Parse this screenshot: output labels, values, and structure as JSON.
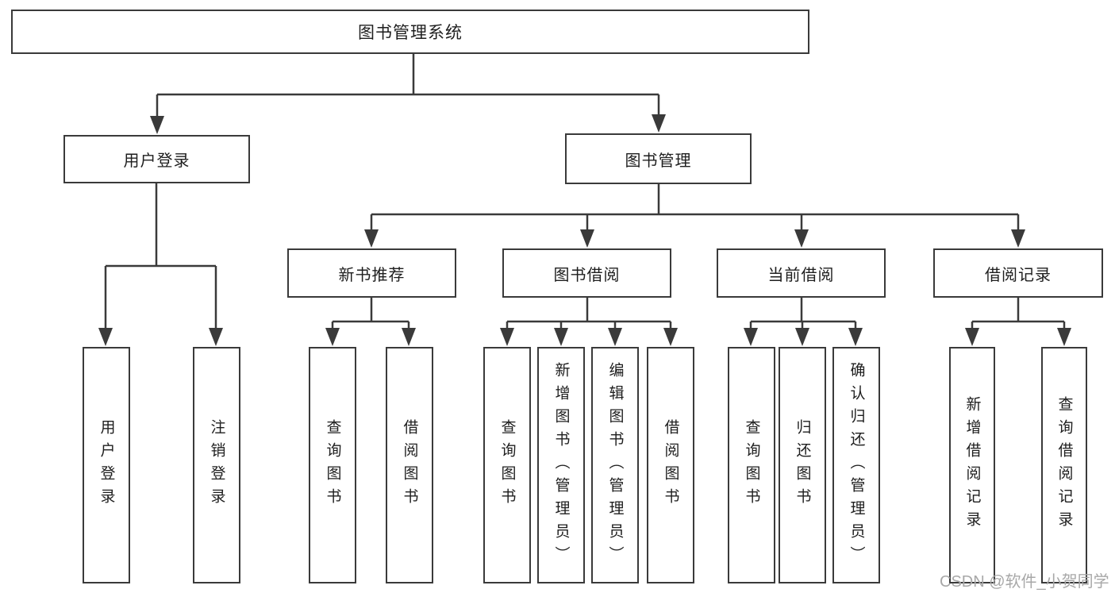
{
  "diagram": {
    "root": {
      "label": "图书管理系统"
    },
    "branches": [
      {
        "label": "用户登录",
        "leaves": [
          {
            "label": "用户登录"
          },
          {
            "label": "注销登录"
          }
        ]
      },
      {
        "label": "图书管理",
        "groups": [
          {
            "label": "新书推荐",
            "leaves": [
              {
                "label": "查询图书"
              },
              {
                "label": "借阅图书"
              }
            ]
          },
          {
            "label": "图书借阅",
            "leaves": [
              {
                "label": "查询图书"
              },
              {
                "label": "新增图书（管理员）"
              },
              {
                "label": "编辑图书（管理员）"
              },
              {
                "label": "借阅图书"
              }
            ]
          },
          {
            "label": "当前借阅",
            "leaves": [
              {
                "label": "查询图书"
              },
              {
                "label": "归还图书"
              },
              {
                "label": "确认归还（管理员）"
              }
            ]
          },
          {
            "label": "借阅记录",
            "leaves": [
              {
                "label": "新增借阅记录"
              },
              {
                "label": "查询借阅记录"
              }
            ]
          }
        ]
      }
    ]
  },
  "watermark": {
    "text": "CSDN @软件_小贺同学",
    "color": "#a8a8a8"
  },
  "colors": {
    "line": "#3a3a3a",
    "text": "#1e1e1e",
    "background": "#ffffff"
  }
}
